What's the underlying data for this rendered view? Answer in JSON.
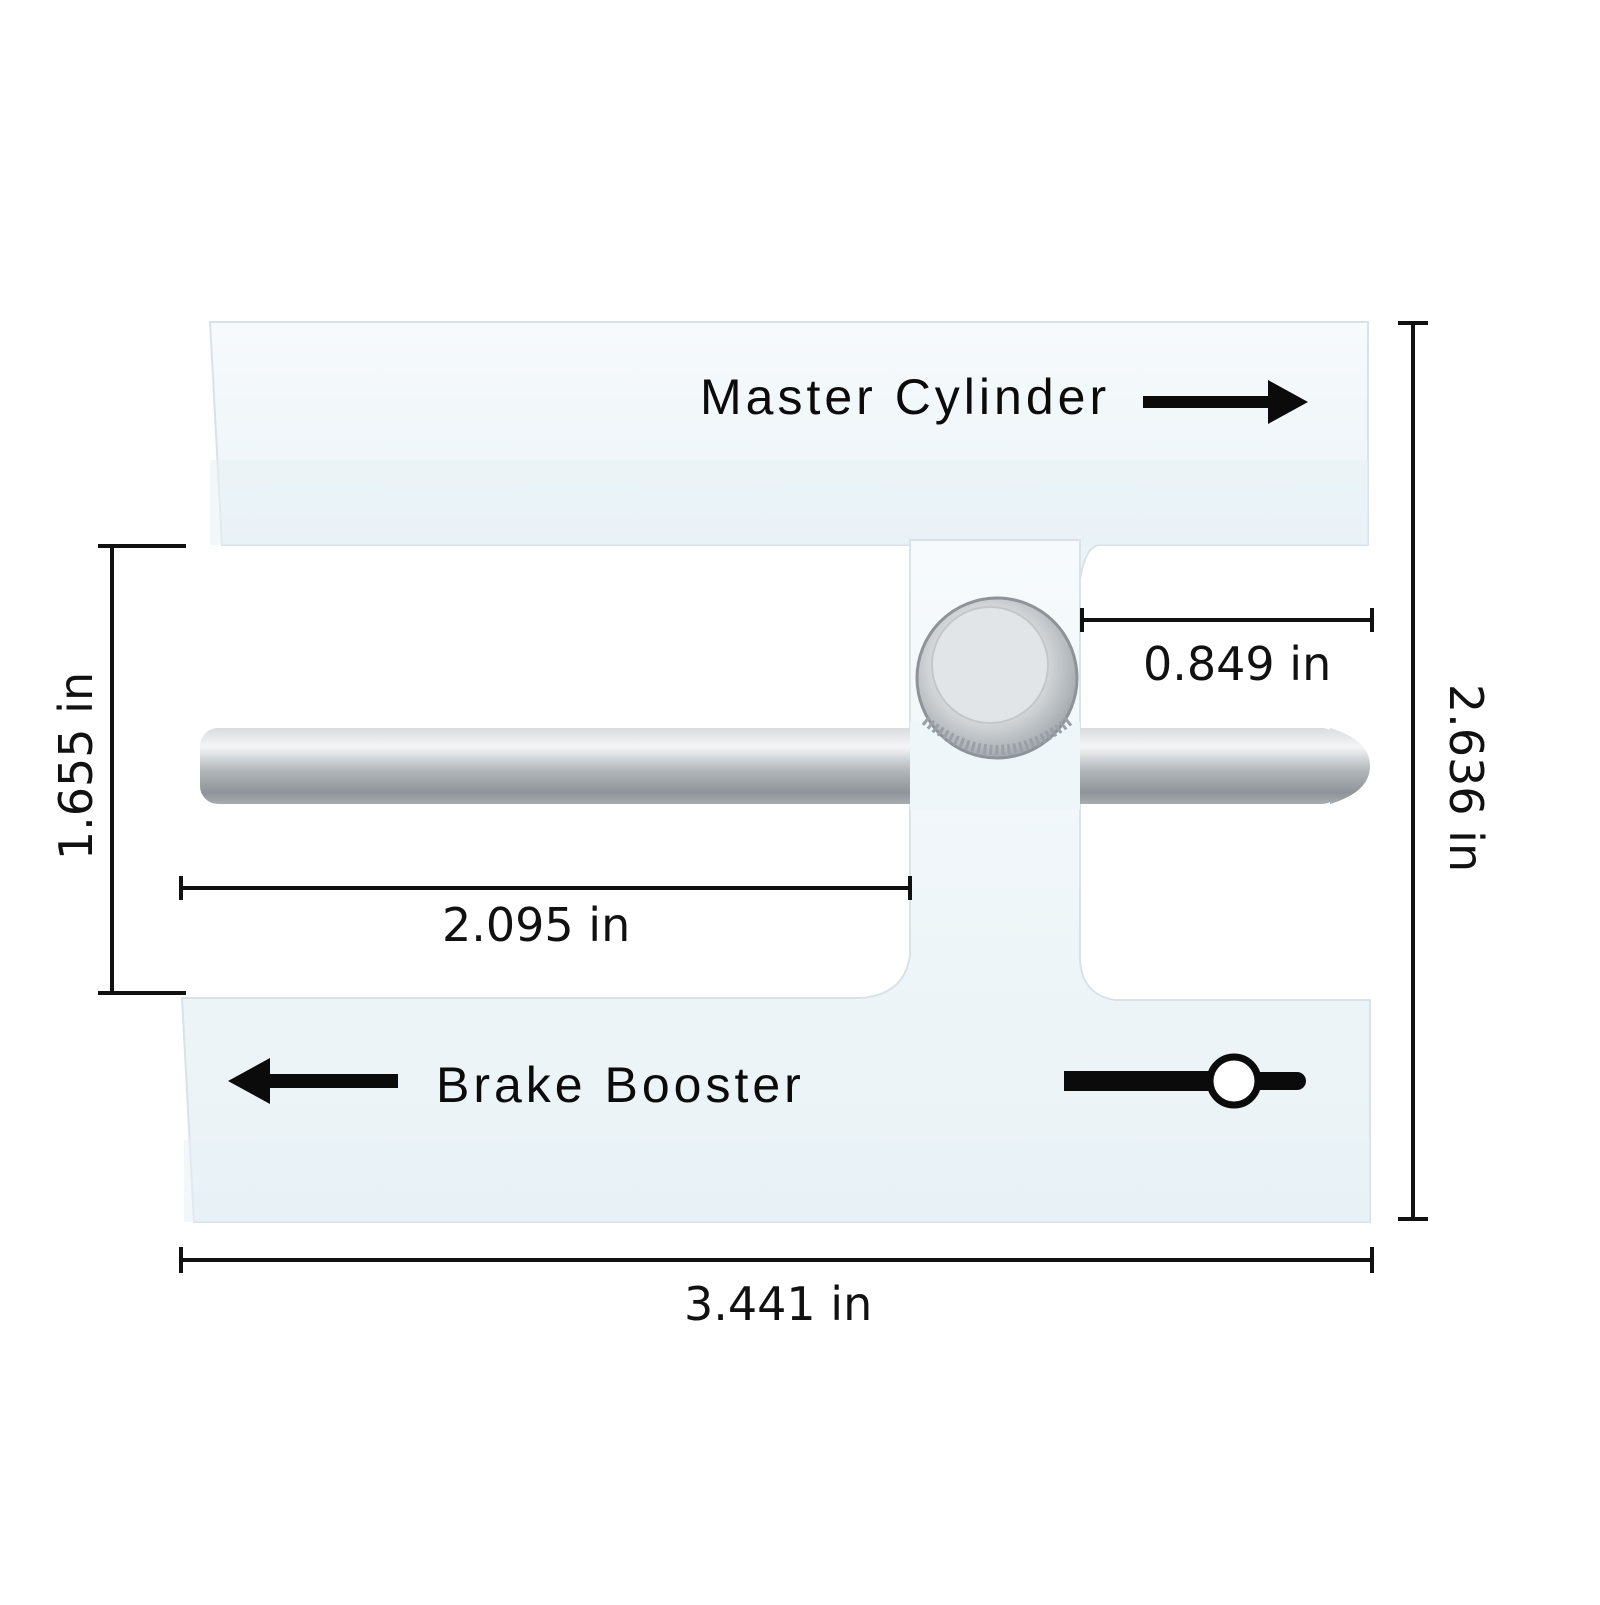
{
  "tool": {
    "top_bar_label": "Master Cylinder",
    "bottom_bar_label": "Brake Booster"
  },
  "dimensions": {
    "rod_to_edge": "0.849 in",
    "rod_length_left": "2.095 in",
    "overall_width": "3.441 in",
    "inner_gap_height": "1.655 in",
    "overall_height": "2.636 in"
  },
  "colors": {
    "body": "#eef6f9",
    "body_edge": "#d7e3e8",
    "rod": "#bcc1c5",
    "ink": "#111111"
  },
  "icons": [
    "arrow-right-icon",
    "arrow-left-icon",
    "slider-indicator-icon",
    "thumb-screw-icon",
    "steel-rod-icon"
  ]
}
